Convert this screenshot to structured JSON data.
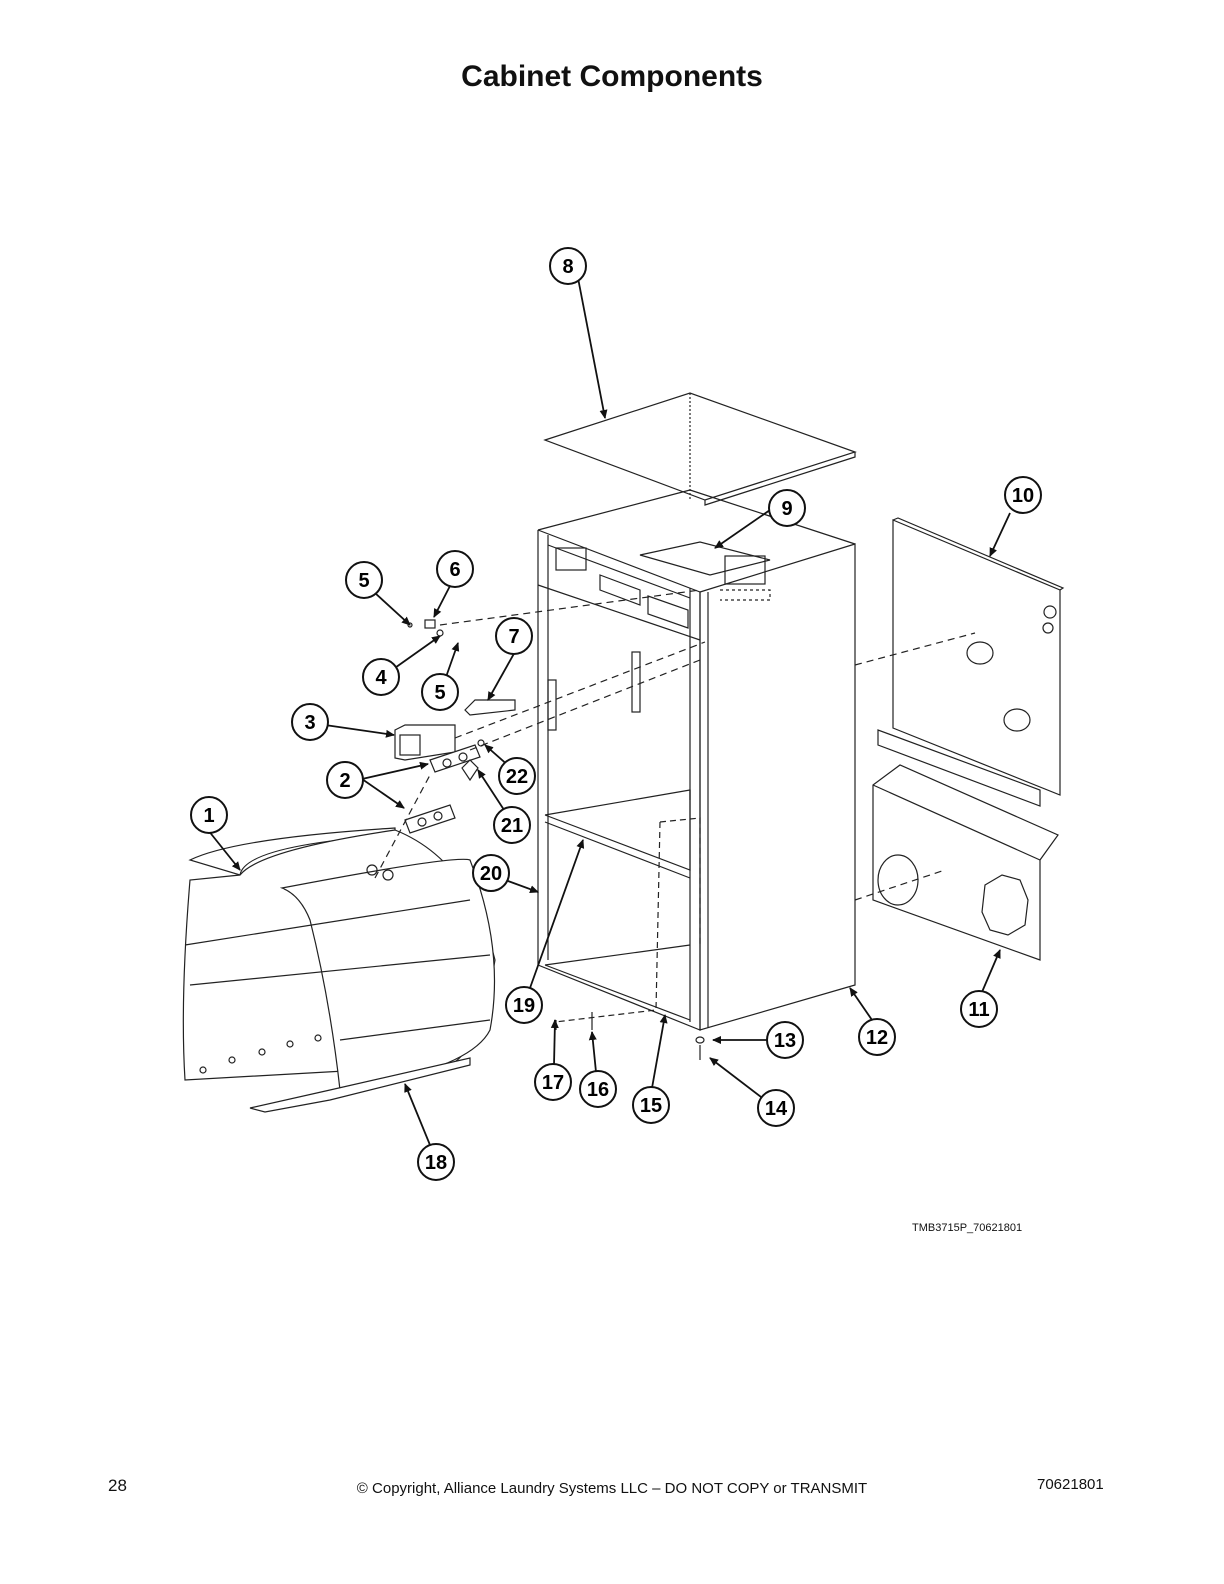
{
  "page": {
    "title": "Cabinet Components",
    "drawing_id": "TMB3715P_70621801",
    "footer": {
      "page_number": "28",
      "copyright": "© Copyright, Alliance Laundry Systems LLC – DO NOT COPY or TRANSMIT",
      "doc_number": "70621801"
    }
  },
  "callouts": [
    {
      "id": "c8",
      "label": "8"
    },
    {
      "id": "c9",
      "label": "9"
    },
    {
      "id": "c10",
      "label": "10"
    },
    {
      "id": "c5a",
      "label": "5"
    },
    {
      "id": "c6",
      "label": "6"
    },
    {
      "id": "c7",
      "label": "7"
    },
    {
      "id": "c4",
      "label": "4"
    },
    {
      "id": "c5b",
      "label": "5"
    },
    {
      "id": "c3",
      "label": "3"
    },
    {
      "id": "c22",
      "label": "22"
    },
    {
      "id": "c2",
      "label": "2"
    },
    {
      "id": "c21",
      "label": "21"
    },
    {
      "id": "c1",
      "label": "1"
    },
    {
      "id": "c20",
      "label": "20"
    },
    {
      "id": "c19",
      "label": "19"
    },
    {
      "id": "c11",
      "label": "11"
    },
    {
      "id": "c12",
      "label": "12"
    },
    {
      "id": "c13",
      "label": "13"
    },
    {
      "id": "c14",
      "label": "14"
    },
    {
      "id": "c15",
      "label": "15"
    },
    {
      "id": "c16",
      "label": "16"
    },
    {
      "id": "c17",
      "label": "17"
    },
    {
      "id": "c18",
      "label": "18"
    }
  ]
}
